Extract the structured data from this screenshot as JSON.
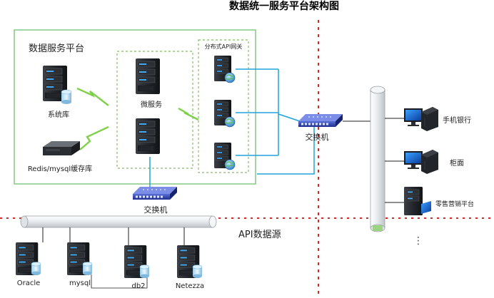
{
  "title": "数据统一服务平台架构图",
  "platform": {
    "label": "数据服务平台",
    "system_db": "系统库",
    "redis_cache": "Redis/mysql缓存库",
    "microservice": "微服务",
    "gateway": "分布式API网关"
  },
  "switch_inner": "交换机",
  "switch_right": "交换机",
  "api_source": "API数据源",
  "databases": [
    "Oracle",
    "mysql",
    "db2",
    "Netezza"
  ],
  "clients": [
    "手机银行",
    "柜面",
    "零售营销平台"
  ],
  "ellipsis": "⋮",
  "colors": {
    "platform_border": "#7ec37a",
    "dashed_green": "#88bb66",
    "red_divider": "#d42a2a",
    "link_blue": "#1ea3d8",
    "bolt_green": "#7fd04a"
  }
}
